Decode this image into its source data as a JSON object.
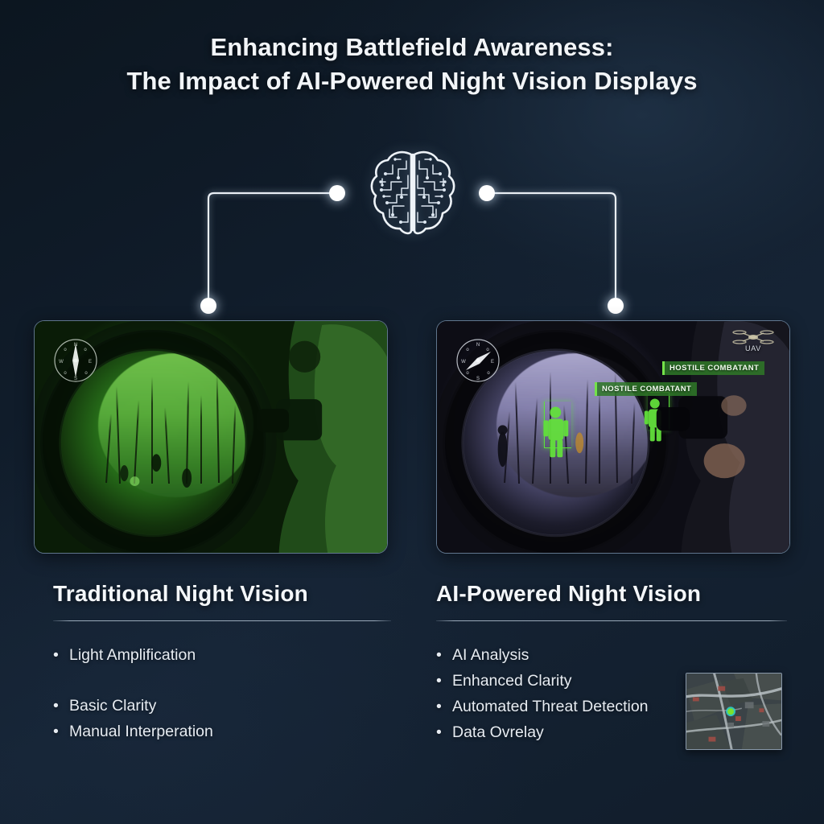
{
  "title": {
    "line1": "Enhancing Battlefield Awareness:",
    "line2": "The Impact of AI-Powered Night Vision Displays"
  },
  "center_icon": {
    "name": "ai-brain-circuit-icon",
    "label": "AI Brain"
  },
  "cards": {
    "left": {
      "name": "traditional-night-vision-image",
      "tint": "#2f7d1f",
      "overlays": {
        "compass": "compass-overlay"
      }
    },
    "right": {
      "name": "ai-night-vision-image",
      "tint": "#6f6b96",
      "overlays": {
        "compass": "compass-overlay",
        "uav_label": "UAV",
        "detections": [
          {
            "label": "NOSTILE COMBATANT"
          },
          {
            "label": "HOSTILE COMBATANT"
          }
        ]
      }
    }
  },
  "columns": [
    {
      "heading": "Traditional Night Vision",
      "bullets": [
        {
          "text": "Light Amplification",
          "spaced": false
        },
        {
          "text": "Basic Clarity",
          "spaced": true
        },
        {
          "text": "Manual Interperation",
          "spaced": false
        }
      ]
    },
    {
      "heading": "AI-Powered Night Vision",
      "bullets": [
        {
          "text": "AI Analysis",
          "spaced": false
        },
        {
          "text": "Enhanced Clarity",
          "spaced": false
        },
        {
          "text": "Automated Threat Detection",
          "spaced": false
        },
        {
          "text": "Data Ovrelay",
          "spaced": false
        }
      ]
    }
  ],
  "minimap": {
    "name": "tactical-minimap",
    "position_marker_color": "#7ae02e",
    "threat_marker_color": "#d9564f"
  },
  "colors": {
    "background_dark": "#0c1620",
    "background_mid": "#152334",
    "text_primary": "#f2f5f8",
    "text_body": "#e7ecf2",
    "accent_detection": "#5ce23a",
    "connector": "#e9eef4"
  }
}
